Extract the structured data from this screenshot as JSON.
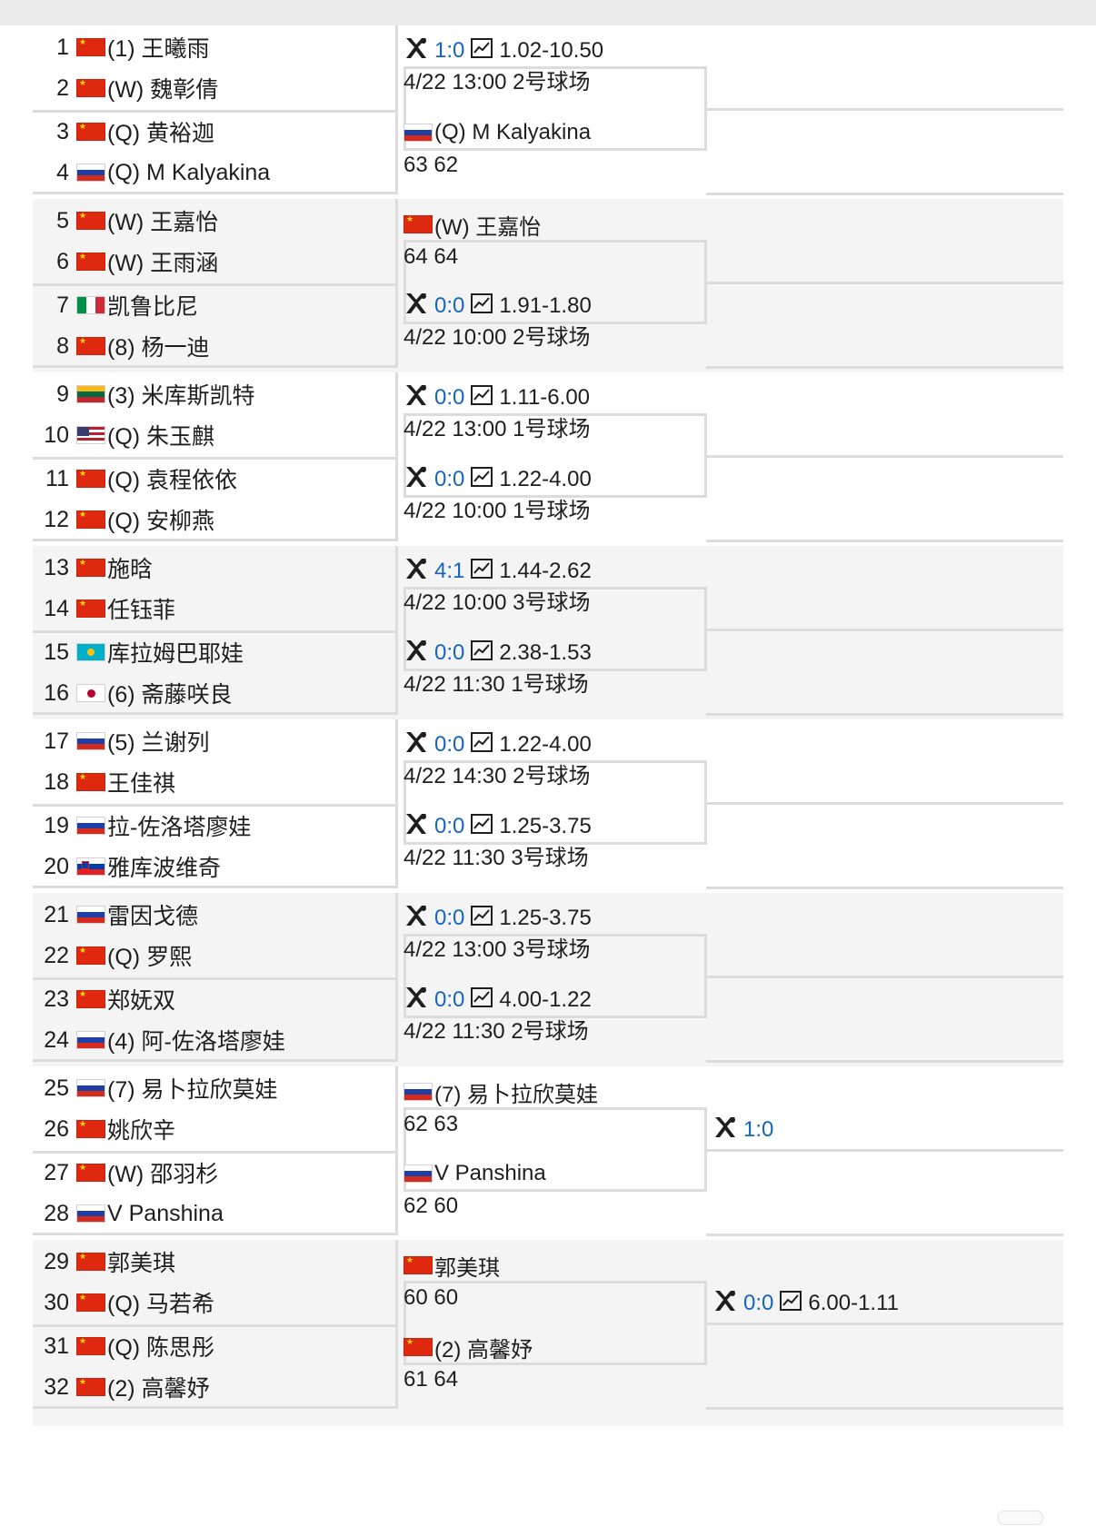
{
  "bands": [
    {
      "players": [
        {
          "seed": "1",
          "flag": "cn",
          "name": "(1) 王曦雨"
        },
        {
          "seed": "2",
          "flag": "cn",
          "name": "(W) 魏彰倩"
        },
        {
          "seed": "3",
          "flag": "cn",
          "name": "(Q) 黄裕迦"
        },
        {
          "seed": "4",
          "flag": "ru",
          "name": "(Q) M Kalyakina"
        }
      ],
      "r2": [
        {
          "kind": "match",
          "score": "1:0",
          "odds": "1.02-10.50",
          "info": "4/22 13:00 2号球场"
        },
        {
          "kind": "result",
          "flag": "ru",
          "winner": "(Q) M Kalyakina",
          "score": "63 62"
        }
      ]
    },
    {
      "players": [
        {
          "seed": "5",
          "flag": "cn",
          "name": "(W) 王嘉怡"
        },
        {
          "seed": "6",
          "flag": "cn",
          "name": "(W) 王雨涵"
        },
        {
          "seed": "7",
          "flag": "it",
          "name": "凯鲁比尼"
        },
        {
          "seed": "8",
          "flag": "cn",
          "name": "(8) 杨一迪"
        }
      ],
      "r2": [
        {
          "kind": "result",
          "flag": "cn",
          "winner": "(W) 王嘉怡",
          "score": "64 64"
        },
        {
          "kind": "match",
          "score": "0:0",
          "odds": "1.91-1.80",
          "info": "4/22 10:00 2号球场"
        }
      ]
    },
    {
      "players": [
        {
          "seed": "9",
          "flag": "lt",
          "name": "(3) 米库斯凯特"
        },
        {
          "seed": "10",
          "flag": "us",
          "name": "(Q) 朱玉麒"
        },
        {
          "seed": "11",
          "flag": "cn",
          "name": "(Q) 袁程依依"
        },
        {
          "seed": "12",
          "flag": "cn",
          "name": "(Q) 安柳燕"
        }
      ],
      "r2": [
        {
          "kind": "match",
          "score": "0:0",
          "odds": "1.11-6.00",
          "info": "4/22 13:00 1号球场"
        },
        {
          "kind": "match",
          "score": "0:0",
          "odds": "1.22-4.00",
          "info": "4/22 10:00 1号球场"
        }
      ]
    },
    {
      "players": [
        {
          "seed": "13",
          "flag": "cn",
          "name": "施晗"
        },
        {
          "seed": "14",
          "flag": "cn",
          "name": "任钰菲"
        },
        {
          "seed": "15",
          "flag": "kz",
          "name": "库拉姆巴耶娃"
        },
        {
          "seed": "16",
          "flag": "jp",
          "name": "(6) 斋藤咲良"
        }
      ],
      "r2": [
        {
          "kind": "match",
          "score": "4:1",
          "odds": "1.44-2.62",
          "info": "4/22 10:00 3号球场"
        },
        {
          "kind": "match",
          "score": "0:0",
          "odds": "2.38-1.53",
          "info": "4/22 11:30 1号球场"
        }
      ]
    },
    {
      "players": [
        {
          "seed": "17",
          "flag": "ru",
          "name": "(5) 兰谢列"
        },
        {
          "seed": "18",
          "flag": "cn",
          "name": "王佳祺"
        },
        {
          "seed": "19",
          "flag": "ru",
          "name": "拉-佐洛塔廖娃"
        },
        {
          "seed": "20",
          "flag": "si",
          "name": "雅库波维奇"
        }
      ],
      "r2": [
        {
          "kind": "match",
          "score": "0:0",
          "odds": "1.22-4.00",
          "info": "4/22 14:30 2号球场"
        },
        {
          "kind": "match",
          "score": "0:0",
          "odds": "1.25-3.75",
          "info": "4/22 11:30 3号球场"
        }
      ]
    },
    {
      "players": [
        {
          "seed": "21",
          "flag": "ru",
          "name": "雷因戈德"
        },
        {
          "seed": "22",
          "flag": "cn",
          "name": "(Q) 罗熙"
        },
        {
          "seed": "23",
          "flag": "cn",
          "name": "郑妩双"
        },
        {
          "seed": "24",
          "flag": "ru",
          "name": "(4) 阿-佐洛塔廖娃"
        }
      ],
      "r2": [
        {
          "kind": "match",
          "score": "0:0",
          "odds": "1.25-3.75",
          "info": "4/22 13:00 3号球场"
        },
        {
          "kind": "match",
          "score": "0:0",
          "odds": "4.00-1.22",
          "info": "4/22 11:30 2号球场"
        }
      ]
    },
    {
      "players": [
        {
          "seed": "25",
          "flag": "ru",
          "name": "(7) 易卜拉欣莫娃"
        },
        {
          "seed": "26",
          "flag": "cn",
          "name": "姚欣辛"
        },
        {
          "seed": "27",
          "flag": "cn",
          "name": "(W) 邵羽杉"
        },
        {
          "seed": "28",
          "flag": "ru",
          "name": "V Panshina"
        }
      ],
      "r2": [
        {
          "kind": "result",
          "flag": "ru",
          "winner": "(7) 易卜拉欣莫娃",
          "score": "62 63"
        },
        {
          "kind": "result",
          "flag": "ru",
          "winner": "V Panshina",
          "score": "62 60"
        }
      ],
      "r3": {
        "score": "1:0",
        "odds": ""
      }
    },
    {
      "players": [
        {
          "seed": "29",
          "flag": "cn",
          "name": "郭美琪"
        },
        {
          "seed": "30",
          "flag": "cn",
          "name": "(Q) 马若希"
        },
        {
          "seed": "31",
          "flag": "cn",
          "name": "(Q) 陈思彤"
        },
        {
          "seed": "32",
          "flag": "cn",
          "name": "(2) 高馨妤"
        }
      ],
      "r2": [
        {
          "kind": "result",
          "flag": "cn",
          "winner": "郭美琪",
          "score": "60 60"
        },
        {
          "kind": "result",
          "flag": "cn",
          "winner": "(2) 高馨妤",
          "score": "61 64"
        }
      ],
      "r3": {
        "score": "0:0",
        "odds": "6.00-1.11"
      }
    }
  ],
  "icons": {
    "match": "crossed-rackets-icon",
    "odds": "chart-icon"
  }
}
